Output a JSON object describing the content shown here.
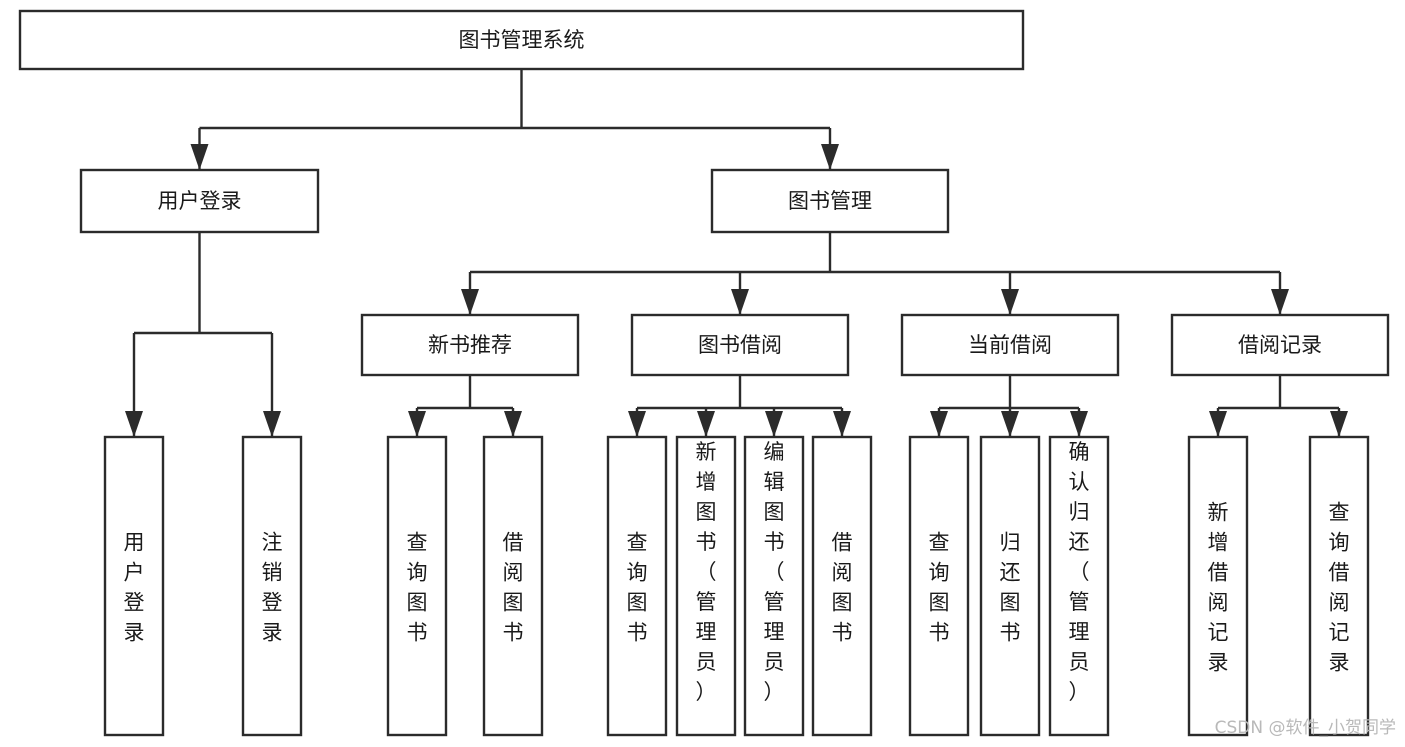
{
  "diagram": {
    "title": "图书管理系统",
    "type": "tree-hierarchy",
    "orientation": "top-down",
    "colors": {
      "stroke": "#2b2b2b",
      "fill": "#ffffff",
      "text": "#1a1a1a",
      "watermark": "#b9b9b9",
      "background": "#ffffff"
    },
    "root": {
      "label": "图书管理系统",
      "orient": "horizontal"
    },
    "level2": [
      {
        "label": "用户登录",
        "orient": "horizontal"
      },
      {
        "label": "图书管理",
        "orient": "horizontal"
      }
    ],
    "level3": [
      {
        "label": "新书推荐",
        "orient": "horizontal"
      },
      {
        "label": "图书借阅",
        "orient": "horizontal"
      },
      {
        "label": "当前借阅",
        "orient": "horizontal"
      },
      {
        "label": "借阅记录",
        "orient": "horizontal"
      }
    ],
    "leaves": {
      "user_login": [
        {
          "label": "用户登录",
          "orient": "vertical",
          "chars": [
            "用",
            "户",
            "登",
            "录"
          ]
        },
        {
          "label": "注销登录",
          "orient": "vertical",
          "chars": [
            "注",
            "销",
            "登",
            "录"
          ]
        }
      ],
      "new_book_recommend": [
        {
          "label": "查询图书",
          "orient": "vertical",
          "chars": [
            "查",
            "询",
            "图",
            "书"
          ]
        },
        {
          "label": "借阅图书",
          "orient": "vertical",
          "chars": [
            "借",
            "阅",
            "图",
            "书"
          ]
        }
      ],
      "book_borrow": [
        {
          "label": "查询图书",
          "orient": "vertical",
          "chars": [
            "查",
            "询",
            "图",
            "书"
          ]
        },
        {
          "label": "新增图书（管理员）",
          "orient": "vertical",
          "chars": [
            "新",
            "增",
            "图",
            "书",
            "（",
            "管",
            "理",
            "员",
            "）"
          ]
        },
        {
          "label": "编辑图书（管理员）",
          "orient": "vertical",
          "chars": [
            "编",
            "辑",
            "图",
            "书",
            "（",
            "管",
            "理",
            "员",
            "）"
          ]
        },
        {
          "label": "借阅图书",
          "orient": "vertical",
          "chars": [
            "借",
            "阅",
            "图",
            "书"
          ]
        }
      ],
      "current_borrow": [
        {
          "label": "查询图书",
          "orient": "vertical",
          "chars": [
            "查",
            "询",
            "图",
            "书"
          ]
        },
        {
          "label": "归还图书",
          "orient": "vertical",
          "chars": [
            "归",
            "还",
            "图",
            "书"
          ]
        },
        {
          "label": "确认归还（管理员）",
          "orient": "vertical",
          "chars": [
            "确",
            "认",
            "归",
            "还",
            "（",
            "管",
            "理",
            "员",
            "）"
          ]
        }
      ],
      "borrow_record": [
        {
          "label": "新增借阅记录",
          "orient": "vertical",
          "chars": [
            "新",
            "增",
            "借",
            "阅",
            "记",
            "录"
          ]
        },
        {
          "label": "查询借阅记录",
          "orient": "vertical",
          "chars": [
            "查",
            "询",
            "借",
            "阅",
            "记",
            "录"
          ]
        }
      ]
    }
  },
  "watermark": {
    "text": "CSDN @软件_小贺同学"
  }
}
